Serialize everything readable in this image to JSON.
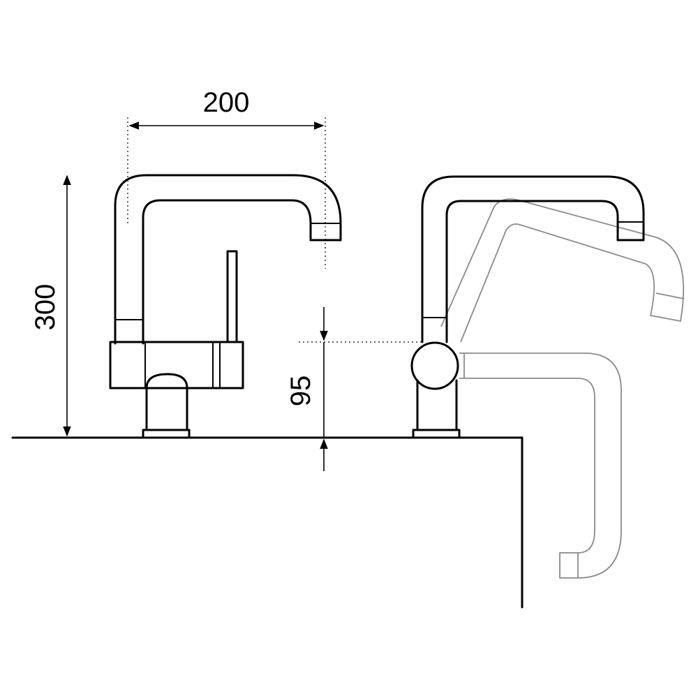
{
  "dimensions": {
    "spout_reach": "200",
    "total_height": "300",
    "body_height": "95"
  }
}
